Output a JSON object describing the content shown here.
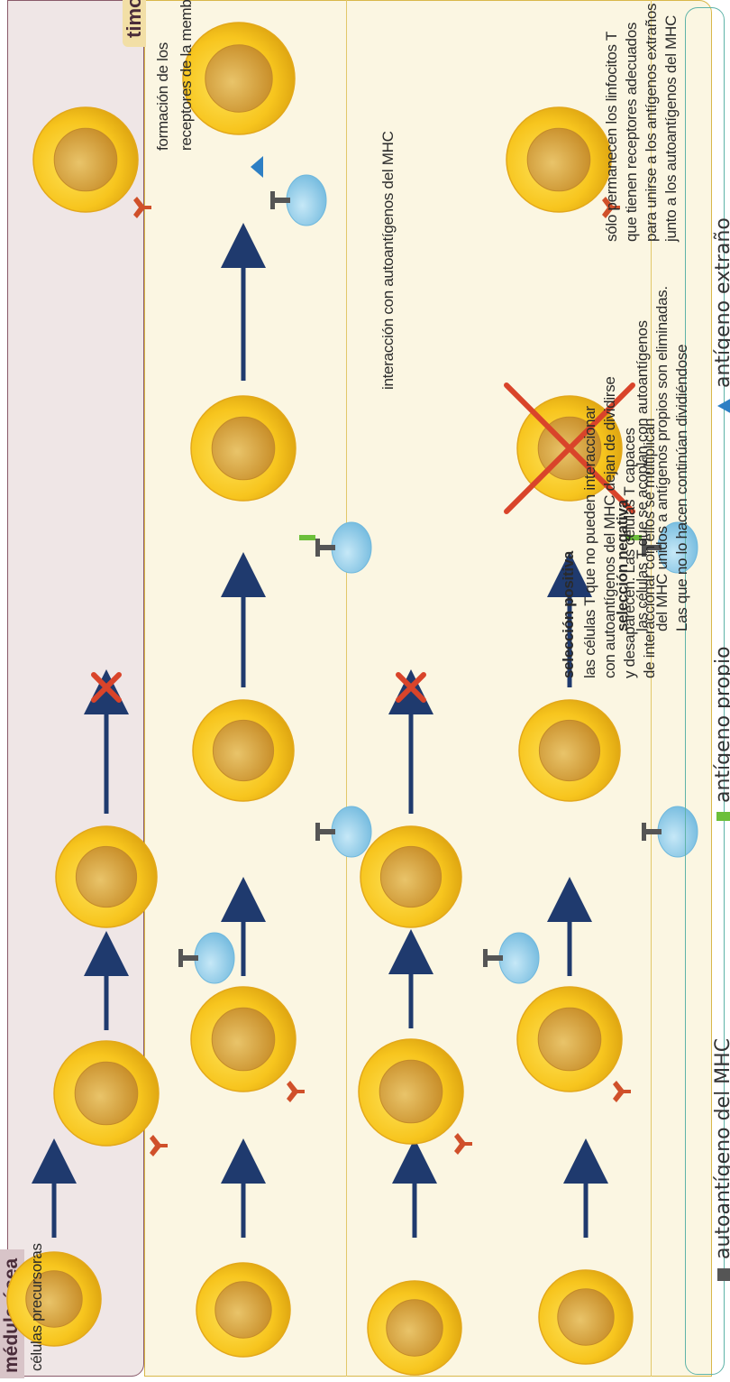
{
  "sections": {
    "medula": {
      "tag": "médula ósea",
      "subtitle": "células precursoras"
    },
    "timo": {
      "tag": "timo",
      "formation": [
        "formación de los",
        "receptores de la membrana"
      ],
      "interaction_title": "interacción con autoantígenos del MHC",
      "positive": {
        "title": "selección positiva",
        "lines": [
          "las células T que no pueden interaccionar",
          "con autoantígenos del MHC dejan de dividirse",
          "y desaparecen. Las células T capaces",
          "de interaccionar con ellos se multiplican"
        ]
      },
      "negative": {
        "title": "selección negativa",
        "lines": [
          "las células T que se acoplan con autoantígenos",
          "del MHC unidos a antígenos propios son eliminadas.",
          "Las que no lo hacen continúan dividiéndose"
        ]
      },
      "final": {
        "lines": [
          "sólo permanecen los linfocitos T",
          "que tienen receptores adecuados",
          "para unirse a los antígenos extraños",
          "junto a los autoantígenos del MHC"
        ]
      }
    }
  },
  "legend": {
    "items": [
      {
        "label": "autoantígeno del MHC",
        "icon": "mhc-icon"
      },
      {
        "label": "antígeno propio",
        "icon": "self-antigen-icon"
      },
      {
        "label": "antígeno extraño",
        "icon": "foreign-antigen-icon"
      }
    ]
  },
  "colors": {
    "medula_bg": "#efe6e6",
    "medula_border": "#8a5a6a",
    "timo_bg": "#fbf6e2",
    "timo_border": "#d9b84a",
    "final_bg": "#f3e8c4",
    "cell_outer": "#f7c51e",
    "cell_nucleus": "#d9a437",
    "arrow": "#1f3a6e",
    "receptor": "#d0502a",
    "mhc_blue": "#8fcbe8",
    "mhc_stem": "#555555",
    "self_antigen": "#6cbf3a",
    "foreign_antigen": "#2d7fc4",
    "cross_red": "#d9442a"
  }
}
